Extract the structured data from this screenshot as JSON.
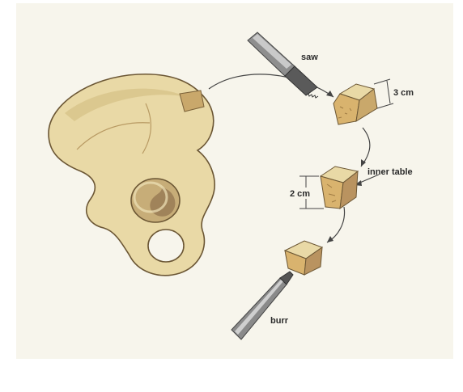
{
  "labels": {
    "saw": "saw",
    "three_cm": "3 cm",
    "inner_table": "inner table",
    "two_cm": "2 cm",
    "burr": "burr"
  },
  "colors": {
    "paper": "#f7f5ec",
    "bone": "#e9d9a6",
    "bone_shadow": "#b89a63",
    "outline": "#6b5634",
    "arrow": "#444444",
    "graft_cut": "#d9b36e",
    "tool_metal": "#9a9a9a"
  }
}
